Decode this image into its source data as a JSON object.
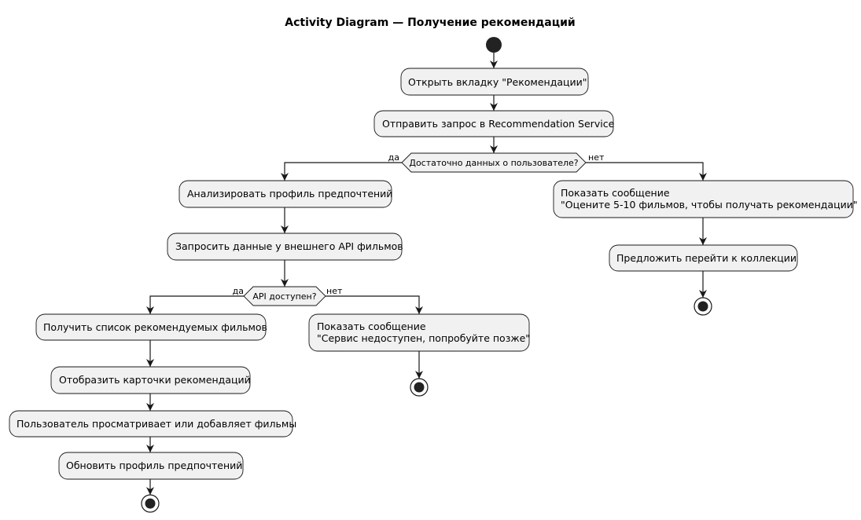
{
  "title": "Activity Diagram — Получение рекомендаций",
  "nodes": {
    "open_tab": "Открыть вкладку \"Рекомендации\"",
    "send_request": "Отправить запрос в Recommendation Service",
    "dec_enough_data": "Достаточно данных о пользователе?",
    "analyze_profile": "Анализировать профиль предпочтений",
    "request_api": "Запросить данные у внешнего API фильмов",
    "dec_api": "API доступен?",
    "get_list": "Получить список рекомендуемых фильмов",
    "show_cards": "Отобразить карточки рекомендаций",
    "user_browses": "Пользователь просматривает или добавляет фильмы",
    "update_profile": "Обновить профиль предпочтений",
    "msg_unavailable_1": "Показать сообщение",
    "msg_unavailable_2": "\"Сервис недоступен, попробуйте позже\"",
    "msg_rate_1": "Показать сообщение",
    "msg_rate_2": "\"Оцените 5-10 фильмов, чтобы получать рекомендации\"",
    "offer_collection": "Предложить перейти к коллекции"
  },
  "branches": {
    "yes": "да",
    "no": "нет"
  },
  "colors": {
    "node_fill": "#f1f1f1",
    "stroke": "#181818",
    "start_fill": "#222222"
  }
}
